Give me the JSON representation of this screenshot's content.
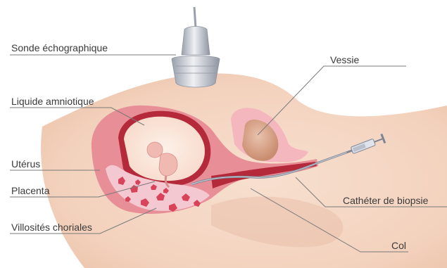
{
  "labels": {
    "probe": "Sonde échographique",
    "fluid": "Liquide amniotique",
    "uterus": "Utérus",
    "placenta": "Placenta",
    "villi": "Villosités choriales",
    "bladder": "Vessie",
    "catheter": "Cathéter de biopsie",
    "cervix": "Col"
  },
  "colors": {
    "skin": "#f5d9c6",
    "uterus_wall": "#e78e96",
    "uterus_dark": "#b62b3c",
    "placenta": "#f3c7cf",
    "villi": "#d9455a",
    "fluid": "#fbe8dd",
    "bladder": "#dca88c",
    "probe": "#c9cdd6",
    "catheter": "#8a8f9c"
  }
}
